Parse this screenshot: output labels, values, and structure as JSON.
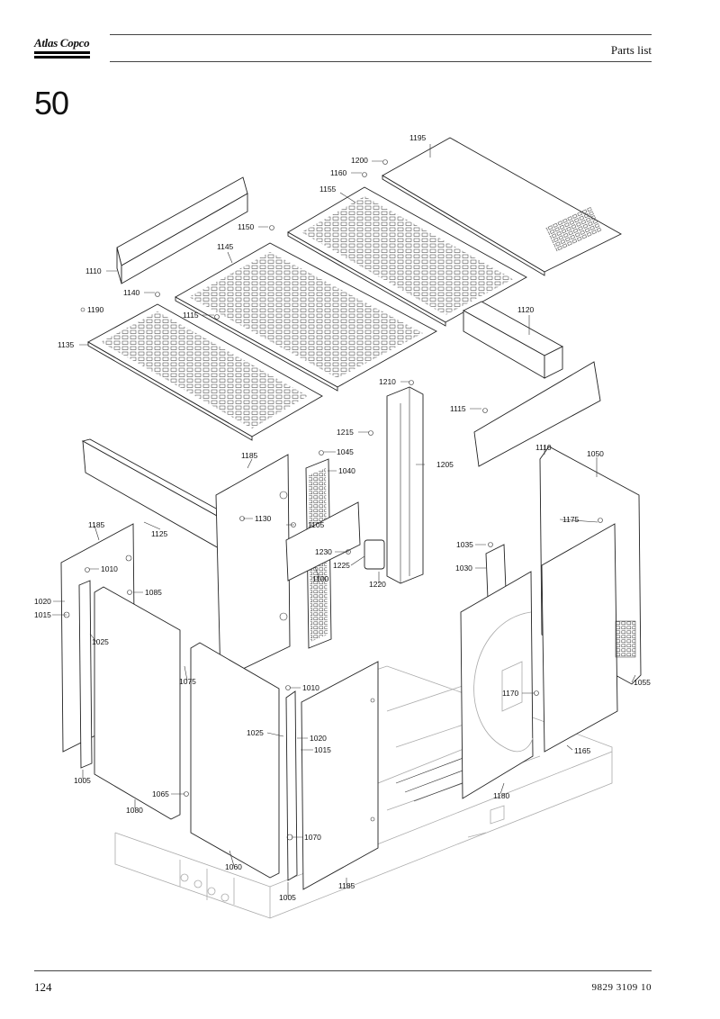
{
  "header": {
    "brand": "Atlas Copco",
    "title": "Parts list"
  },
  "section_number": "50",
  "footer": {
    "page_number": "124",
    "doc_number": "9829 3109 10"
  },
  "part_labels": {
    "p1195": "1195",
    "p1200": "1200",
    "p1160": "1160",
    "p1155": "1155",
    "p1150": "1150",
    "p1145": "1145",
    "p1110a": "1110",
    "p1140": "1140",
    "p1190": "1190",
    "p1115a": "1115",
    "p1135": "1135",
    "p1120": "1120",
    "p1210": "1210",
    "p1115b": "1115",
    "p1215": "1215",
    "p1205": "1205",
    "p1110b": "1110",
    "p1050": "1050",
    "p1185a": "1185",
    "p1045": "1045",
    "p1040": "1040",
    "p1130": "1130",
    "p1105": "1105",
    "p1125": "1125",
    "p1185b": "1185",
    "p1230": "1230",
    "p1225": "1225",
    "p1100": "1100",
    "p1220": "1220",
    "p1035": "1035",
    "p1175": "1175",
    "p1030": "1030",
    "p1010a": "1010",
    "p1085": "1085",
    "p1020a": "1020",
    "p1015a": "1015",
    "p1025a": "1025",
    "p1075": "1075",
    "p1010b": "1010",
    "p1170": "1170",
    "p1055": "1055",
    "p1025b": "1025",
    "p1020b": "1020",
    "p1015b": "1015",
    "p1165": "1165",
    "p1005a": "1005",
    "p1065": "1065",
    "p1080": "1080",
    "p1180": "1180",
    "p1070": "1070",
    "p1060": "1060",
    "p1185c": "1185",
    "p1005b": "1005"
  }
}
